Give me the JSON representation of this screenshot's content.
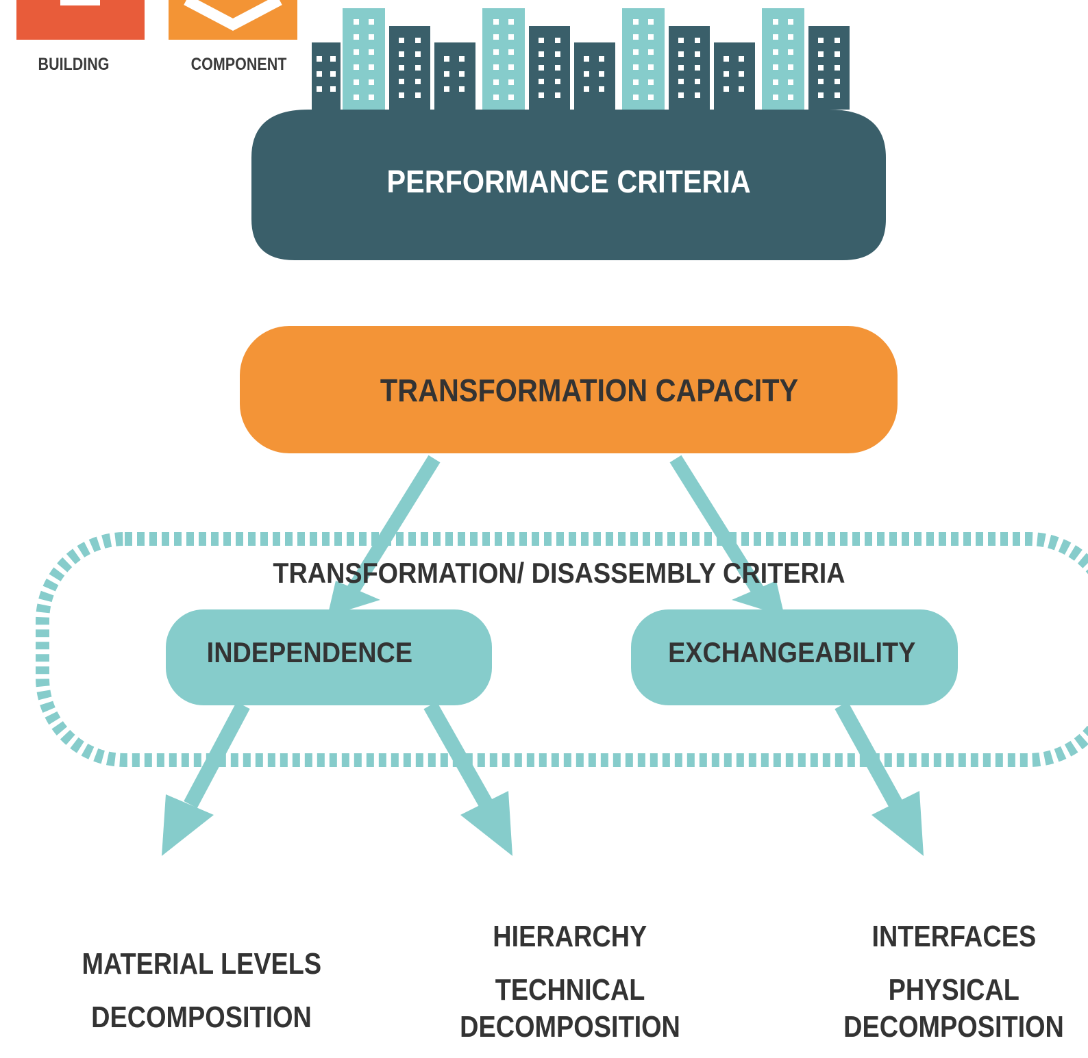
{
  "icons": {
    "building_label": "BUILDING",
    "component_label": "COMPONENT"
  },
  "boxes": {
    "performance": "PERFORMANCE CRITERIA",
    "transformation": "TRANSFORMATION CAPACITY",
    "independence": "INDEPENDENCE",
    "exchangeability": "EXCHANGEABILITY"
  },
  "criteria_label": "TRANSFORMATION/ DISASSEMBLY CRITERIA",
  "outcomes": {
    "material": {
      "line1": "MATERIAL LEVELS",
      "line2": "DECOMPOSITION"
    },
    "hierarchy": {
      "line1": "HIERARCHY",
      "line2": "TECHNICAL",
      "line3": "DECOMPOSITION"
    },
    "interfaces": {
      "line1": "INTERFACES",
      "line2": "PHYSICAL",
      "line3": "DECOMPOSITION"
    }
  },
  "colors": {
    "building_icon": "#e85c3a",
    "component_icon": "#f39435",
    "dark_teal": "#3a5f6a",
    "light_teal": "#86cccb",
    "orange": "#f39437",
    "text": "#333333"
  }
}
